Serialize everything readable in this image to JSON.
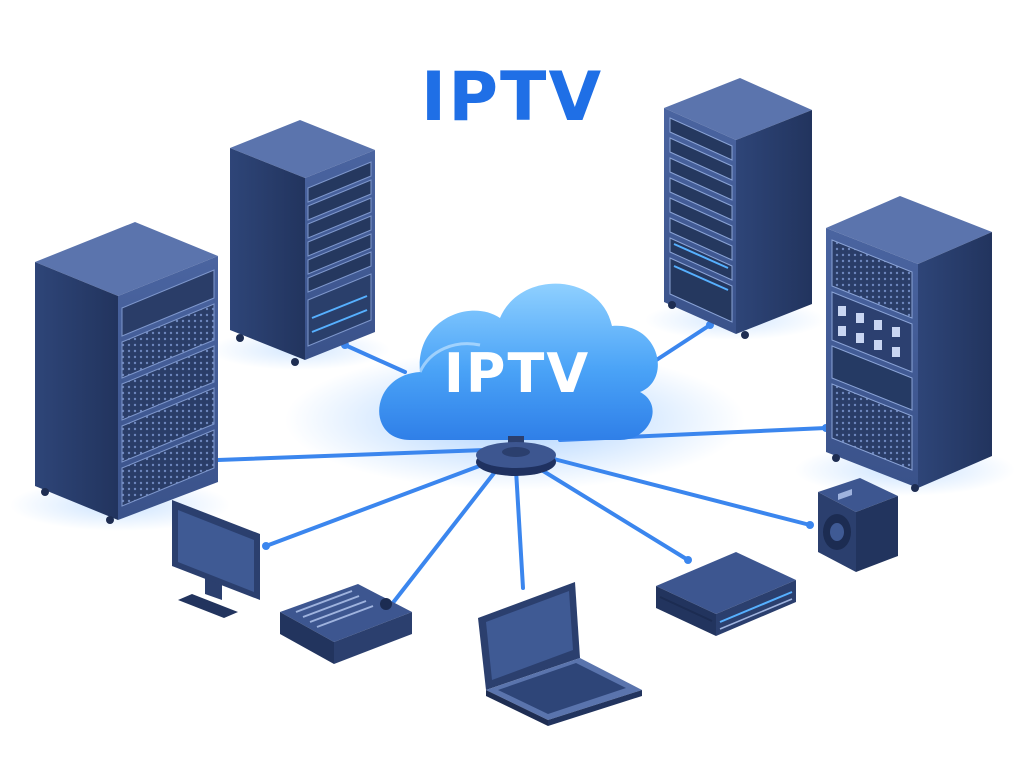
{
  "header": {
    "title": "IPTV"
  },
  "cloud": {
    "label": "IPTV"
  },
  "colors": {
    "title": "#1f6fe6",
    "link": "#3b86ee",
    "cloud_top": "#7cc4ff",
    "cloud_bottom": "#2f7fe8",
    "device_dark": "#2b3f6e",
    "device_mid": "#3d5690",
    "device_light": "#6b86c2"
  },
  "nodes": [
    {
      "id": "server-rack-left-large",
      "icon": "server-rack-icon"
    },
    {
      "id": "server-rack-left-small",
      "icon": "server-rack-icon"
    },
    {
      "id": "server-rack-right-tall",
      "icon": "server-rack-icon"
    },
    {
      "id": "server-rack-right-large",
      "icon": "server-rack-icon"
    },
    {
      "id": "monitor",
      "icon": "monitor-icon"
    },
    {
      "id": "set-top-box",
      "icon": "set-top-box-icon"
    },
    {
      "id": "laptop",
      "icon": "laptop-icon"
    },
    {
      "id": "network-switch",
      "icon": "network-switch-icon"
    },
    {
      "id": "media-speaker-box",
      "icon": "media-box-icon"
    }
  ]
}
